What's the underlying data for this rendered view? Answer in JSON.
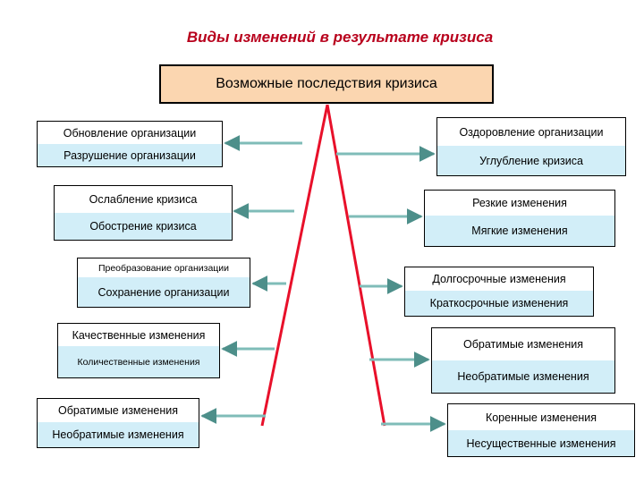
{
  "title": "Виды изменений в результате кризиса",
  "center_box": "Возможные последствия кризиса",
  "left_pairs": [
    {
      "top": "Обновление организации",
      "bottom": "Разрушение организации"
    },
    {
      "top": "Ослабление кризиса",
      "bottom": "Обострение кризиса"
    },
    {
      "top": "Преобразование организации",
      "bottom": "Сохранение организации"
    },
    {
      "top": "Качественные изменения",
      "bottom": "Количественные изменения"
    },
    {
      "top": "Обратимые изменения",
      "bottom": "Необратимые изменения"
    }
  ],
  "right_pairs": [
    {
      "top": "Оздоровление организации",
      "bottom": "Углубление кризиса"
    },
    {
      "top": "Резкие изменения",
      "bottom": "Мягкие изменения"
    },
    {
      "top": "Долгосрочные изменения",
      "bottom": "Краткосрочные изменения"
    },
    {
      "top": "Обратимые изменения",
      "bottom": "Необратимые изменения"
    },
    {
      "top": "Коренные изменения",
      "bottom": "Несущественные изменения"
    }
  ],
  "colors": {
    "title": "#b8001c",
    "header_fill": "#fbd6b0",
    "cell_blue": "#d2eef8",
    "line": "#e8102a",
    "connector": "#7fbcb8"
  }
}
